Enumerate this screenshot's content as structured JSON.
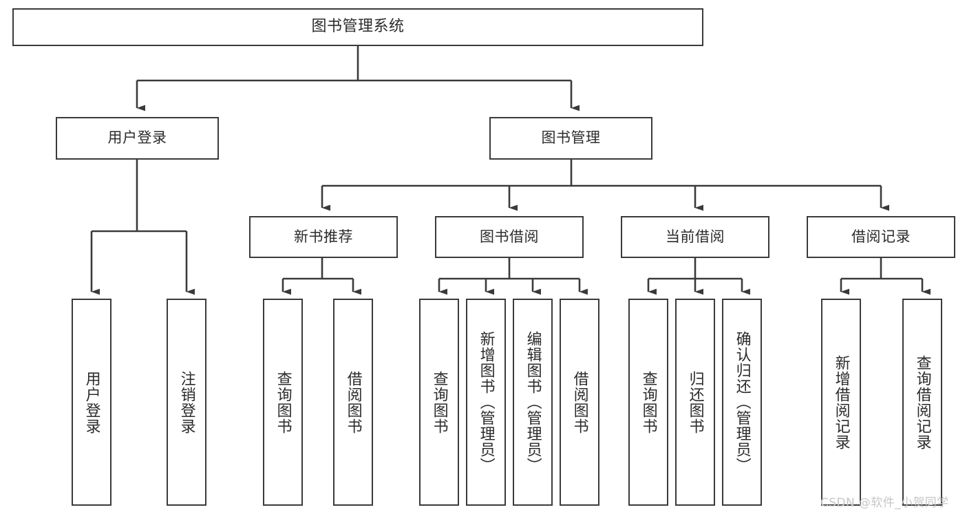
{
  "diagram": {
    "title": "图书管理系统",
    "type": "tree-hierarchy-chart",
    "root": {
      "label": "图书管理系统"
    },
    "level2": [
      {
        "label": "用户登录"
      },
      {
        "label": "图书管理"
      }
    ],
    "level3": [
      {
        "label": "新书推荐"
      },
      {
        "label": "图书借阅"
      },
      {
        "label": "当前借阅"
      },
      {
        "label": "借阅记录"
      }
    ],
    "leaves": {
      "user_login": [
        {
          "label": "用户登录"
        },
        {
          "label": "注销登录"
        }
      ],
      "new_book": [
        {
          "label": "查询图书"
        },
        {
          "label": "借阅图书"
        }
      ],
      "borrow_book": [
        {
          "label": "查询图书"
        },
        {
          "label": "新增图书（管理员）"
        },
        {
          "label": "编辑图书（管理员）"
        },
        {
          "label": "借阅图书"
        }
      ],
      "current_borrow": [
        {
          "label": "查询图书"
        },
        {
          "label": "归还图书"
        },
        {
          "label": "确认归还（管理员）"
        }
      ],
      "borrow_record": [
        {
          "label": "新增借阅记录"
        },
        {
          "label": "查询借阅记录"
        }
      ]
    }
  },
  "watermark": {
    "text": "CSDN @软件_小贺同学"
  },
  "colors": {
    "border": "#3a3a3a",
    "text": "#2b2b2b",
    "background": "#ffffff",
    "watermark": "#c6c6c6"
  }
}
